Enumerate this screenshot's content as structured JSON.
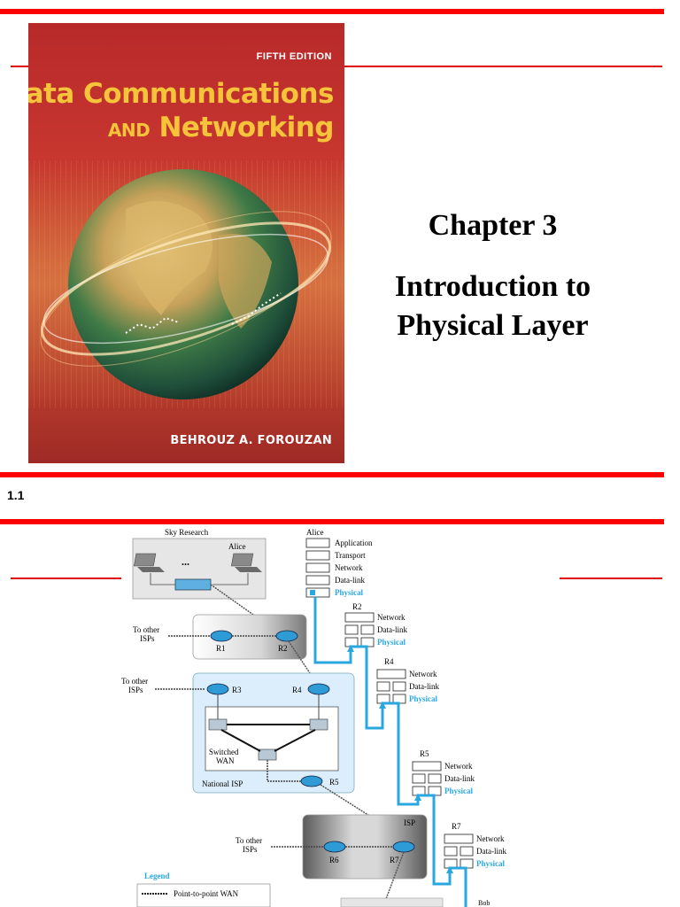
{
  "cover": {
    "edition": "FIFTH EDITION",
    "title_line1": "Data Communications",
    "title_and": "AND",
    "title_line2": "Networking",
    "author": "BEHROUZ A. FOROUZAN"
  },
  "heading": {
    "chapter": "Chapter 3",
    "title_line1": "Introduction to",
    "title_line2": "Physical Layer"
  },
  "slide_number": "1.1",
  "diagram": {
    "sky_research": "Sky Research",
    "alice_label": "Alice",
    "alice_top": "Alice",
    "ellipsis": "...",
    "alice_layers": [
      "Application",
      "Transport",
      "Network",
      "Data-link",
      "Physical"
    ],
    "router_layers": [
      "Network",
      "Data-link",
      "Physical"
    ],
    "to_other_isps_1": [
      "To other",
      "ISPs"
    ],
    "to_other_isps_2": [
      "To other",
      "ISPs"
    ],
    "to_other_isps_3": [
      "To other",
      "ISPs"
    ],
    "r1": "R1",
    "r2": "R2",
    "r3": "R3",
    "r4": "R4",
    "r5": "R5",
    "r6": "R6",
    "r7": "R7",
    "r2_stack": "R2",
    "r4_stack": "R4",
    "r5_stack": "R5",
    "r7_stack": "R7",
    "switched_wan": [
      "Switched",
      "WAN"
    ],
    "national_isp": "National ISP",
    "isp": "ISP",
    "bob": "Bob",
    "legend_title": "Legend",
    "legend_items": [
      "Point-to-point WAN"
    ],
    "colors": {
      "accent_blue": "#29a8e0",
      "red": "#ff0000",
      "isp_bg": "#dceefb"
    }
  }
}
